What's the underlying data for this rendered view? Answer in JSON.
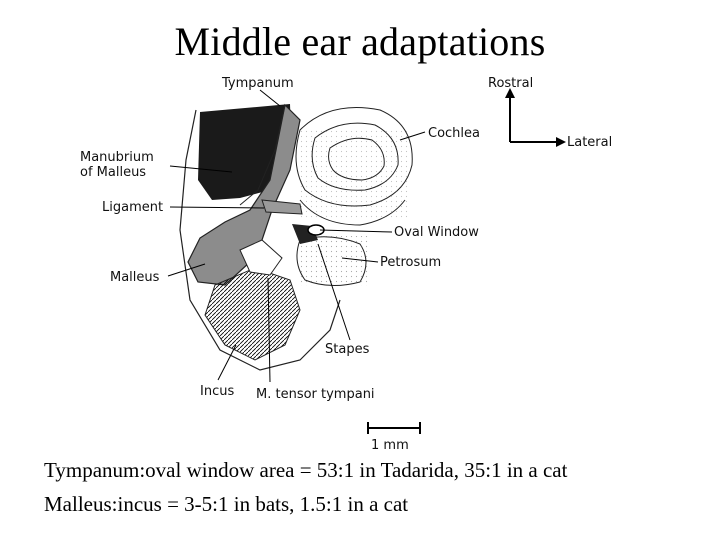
{
  "title": "Middle ear adaptations",
  "figure": {
    "labels": {
      "tympanum": "Tympanum",
      "rostral": "Rostral",
      "lateral": "Lateral",
      "cochlea": "Cochlea",
      "manubrium_line1": "Manubrium",
      "manubrium_line2": "of Malleus",
      "ligament": "Ligament",
      "oval_window": "Oval Window",
      "petrosum": "Petrosum",
      "malleus": "Malleus",
      "stapes": "Stapes",
      "incus": "Incus",
      "tensor": "M. tensor tympani",
      "scale": "1 mm"
    }
  },
  "captions": [
    "Tympanum:oval window area = 53:1 in Tadarida, 35:1 in a cat",
    "Malleus:incus = 3-5:1 in bats, 1.5:1 in a cat"
  ]
}
